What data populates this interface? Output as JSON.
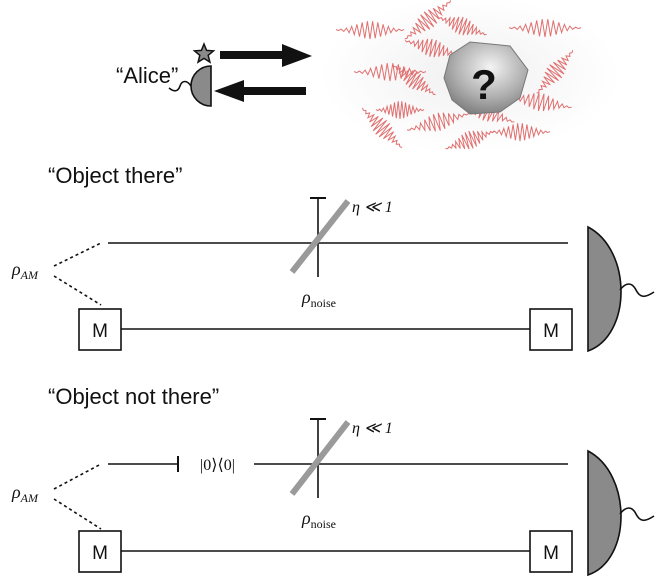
{
  "top": {
    "alice_label": "“Alice”",
    "object_symbol": "?"
  },
  "panel1": {
    "title": "“Object there”",
    "rho_main": "ρ",
    "rho_sub": "AM",
    "eta_label": "η ≪ 1",
    "noise_main": "ρ",
    "noise_sub": "noise",
    "box_left": "M",
    "box_right": "M"
  },
  "panel2": {
    "title": "“Object not there”",
    "rho_main": "ρ",
    "rho_sub": "AM",
    "vacuum_label": "|0⟩⟨0|",
    "eta_label": "η ≪ 1",
    "noise_main": "ρ",
    "noise_sub": "noise",
    "box_left": "M",
    "box_right": "M"
  },
  "colors": {
    "line": "#111111",
    "detector_fill": "#8a8a8a",
    "splitter": "#9a9a9a",
    "noise_pulse": "#e07070",
    "object_fill": "#7d7d7d"
  }
}
